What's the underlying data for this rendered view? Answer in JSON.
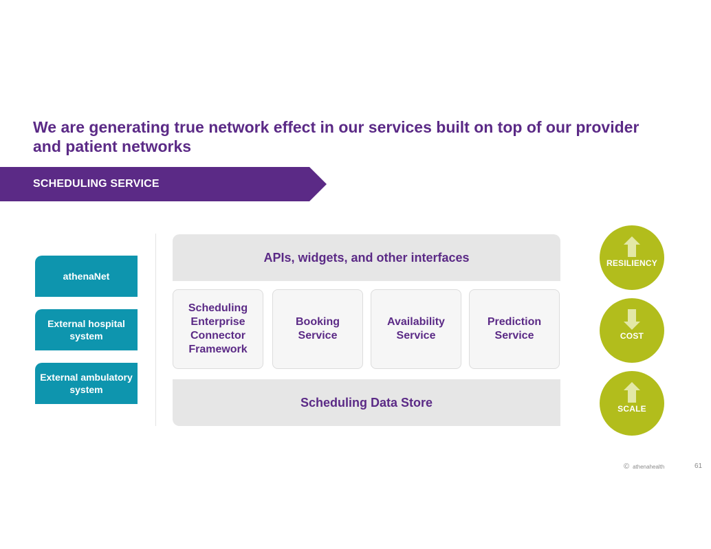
{
  "slide": {
    "title": "We are generating true network effect in our services built on top of our provider and patient networks",
    "section_banner": "SCHEDULING SERVICE"
  },
  "sources": [
    {
      "label": "athenaNet"
    },
    {
      "label": "External hospital system"
    },
    {
      "label": "External ambulatory system"
    }
  ],
  "architecture": {
    "top_layer": "APIs, widgets, and other interfaces",
    "services": [
      {
        "label": "Scheduling Enterprise Connector Framework"
      },
      {
        "label": "Booking Service"
      },
      {
        "label": "Availability Service"
      },
      {
        "label": "Prediction Service"
      }
    ],
    "bottom_layer": "Scheduling Data Store"
  },
  "metrics": [
    {
      "label": "RESILIENCY",
      "direction": "up",
      "icon": "arrow-up-icon"
    },
    {
      "label": "COST",
      "direction": "down",
      "icon": "arrow-down-icon"
    },
    {
      "label": "SCALE",
      "direction": "up",
      "icon": "arrow-up-icon"
    }
  ],
  "footer": {
    "copyright_symbol": "©",
    "brand": "athenahealth",
    "page_number": "61"
  },
  "colors": {
    "brand_purple": "#5b2a86",
    "source_teal": "#0e95ae",
    "metric_green": "#b2bd1c",
    "layer_gray": "#e6e6e6",
    "service_bg": "#f6f6f6"
  }
}
